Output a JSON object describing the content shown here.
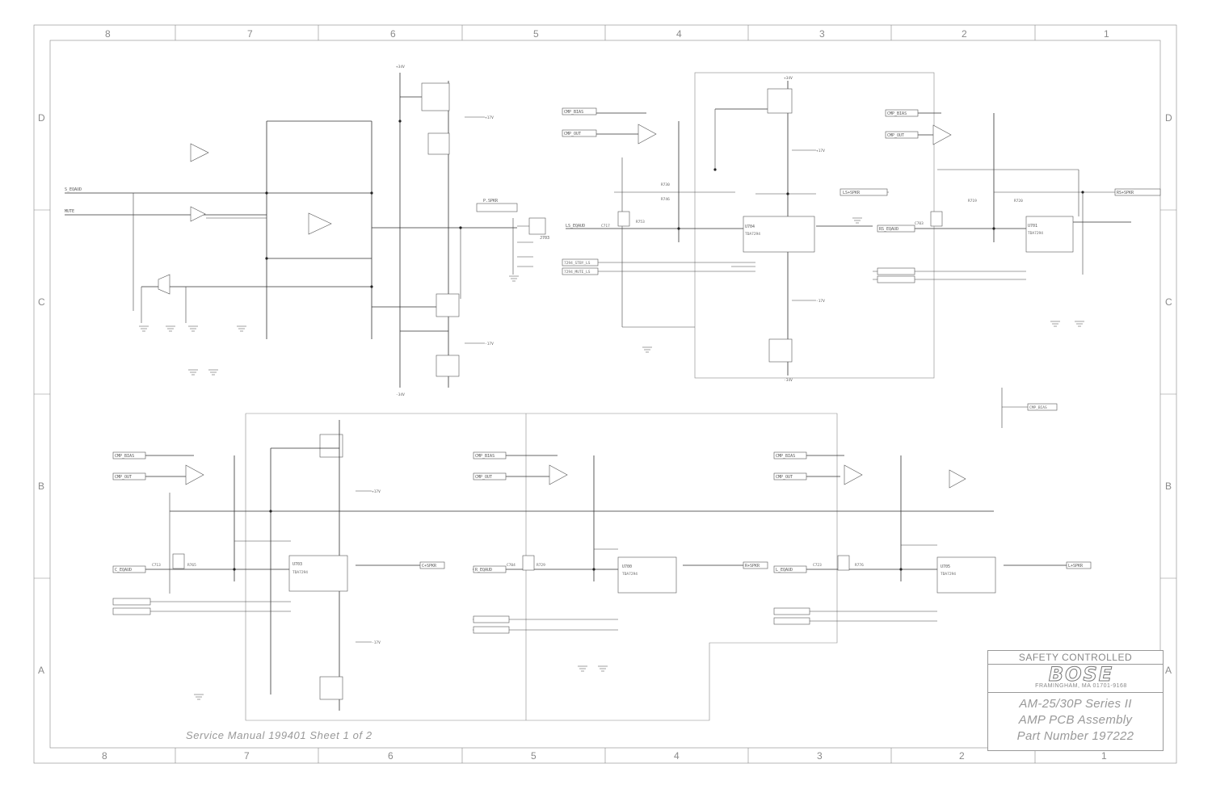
{
  "zones": {
    "columns": [
      "8",
      "7",
      "6",
      "5",
      "4",
      "3",
      "2",
      "1"
    ],
    "rows": [
      "D",
      "C",
      "B",
      "A"
    ]
  },
  "title_block": {
    "safety": "SAFETY CONTROLLED",
    "logo": "BOSE",
    "address": "FRAMINGHAM, MA 01701-9168",
    "line1": "AM-25/30P Series II",
    "line2": "AMP PCB Assembly",
    "line3": "Part Number 197222"
  },
  "footer": {
    "service": "Service Manual 199401 Sheet 1 of 2"
  },
  "labels": {
    "amp_a": {
      "ic": "U704",
      "chip": "TDA7294",
      "cap": "C717",
      "r1": "R753",
      "r2": "R730",
      "r3": "R746",
      "out": "LS+SPKR",
      "in": "LS_EQAUD"
    },
    "amp_b": {
      "ic": "U701",
      "chip": "TDA7294",
      "cap": "C703",
      "r1": "R720",
      "r2": "R719",
      "out": "RS+SPKR",
      "in": "RS_EQAUD"
    },
    "amp_c": {
      "ic": "U703",
      "chip": "TDA7294",
      "cap": "C713",
      "r1": "R765",
      "out": "C+SPKR",
      "in": "C_EQAUD"
    },
    "amp_d": {
      "ic": "U700",
      "chip": "TDA7294",
      "cap": "C704",
      "r1": "R729",
      "out": "R+SPKR",
      "in": "R_EQAUD"
    },
    "amp_e": {
      "ic": "U705",
      "chip": "TDA7294",
      "cap": "C723",
      "r1": "R776",
      "out": "L+SPKR",
      "in": "L_EQAUD"
    },
    "bass": {
      "in1": "S_EQAUD",
      "in2": "MUTE",
      "conn": "J703",
      "hdr": "P.SPKR"
    },
    "nets": {
      "cmp_bias": "CMP_BIAS",
      "cmp_out": "CMP_OUT",
      "stby": "7294_STBY_LS",
      "mute": "7294_MUTE_LS",
      "plus17": "+17V",
      "minus17": "-17V",
      "plus34": "+34V",
      "minus34": "-34V"
    }
  }
}
